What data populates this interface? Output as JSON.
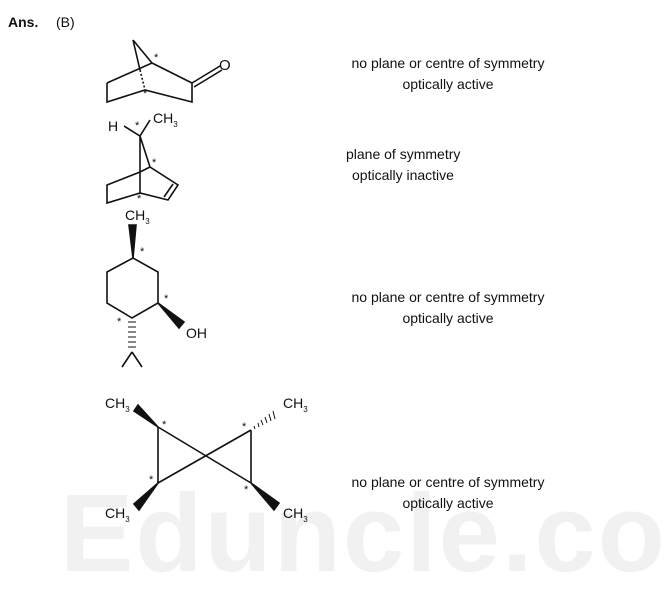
{
  "answer": {
    "label": "Ans.",
    "option": "(B)"
  },
  "watermark": "Eduncle.com",
  "compounds": [
    {
      "labels": {
        "o": "O"
      },
      "line1": "no plane or centre of symmetry",
      "line2": "optically active"
    },
    {
      "labels": {
        "h": "H",
        "ch3": "CH"
      },
      "line1": "plane of symmetry",
      "line2": "optically inactive"
    },
    {
      "labels": {
        "ch3": "CH",
        "oh": "OH"
      },
      "line1": "no plane or centre of symmetry",
      "line2": "optically active"
    },
    {
      "labels": {
        "ch3": "CH"
      },
      "line1": "no plane or centre of symmetry",
      "line2": "optically active"
    }
  ],
  "subscript": "3",
  "stereo_mark": "*"
}
